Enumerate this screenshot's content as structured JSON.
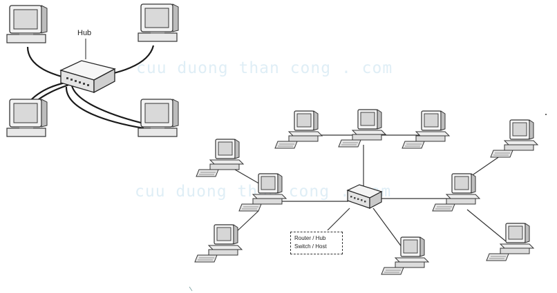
{
  "hub_label": "Hub",
  "legend": {
    "line1": "Router / Hub",
    "line2": "Switch / Host"
  },
  "watermarks": [
    "cuu duong than cong . com",
    "cuu duong than cong . com"
  ],
  "colors": {
    "line": "#333333",
    "device_fill": "#ececec",
    "screen": "#d9d9d9",
    "watermark": "#dfeef6"
  }
}
